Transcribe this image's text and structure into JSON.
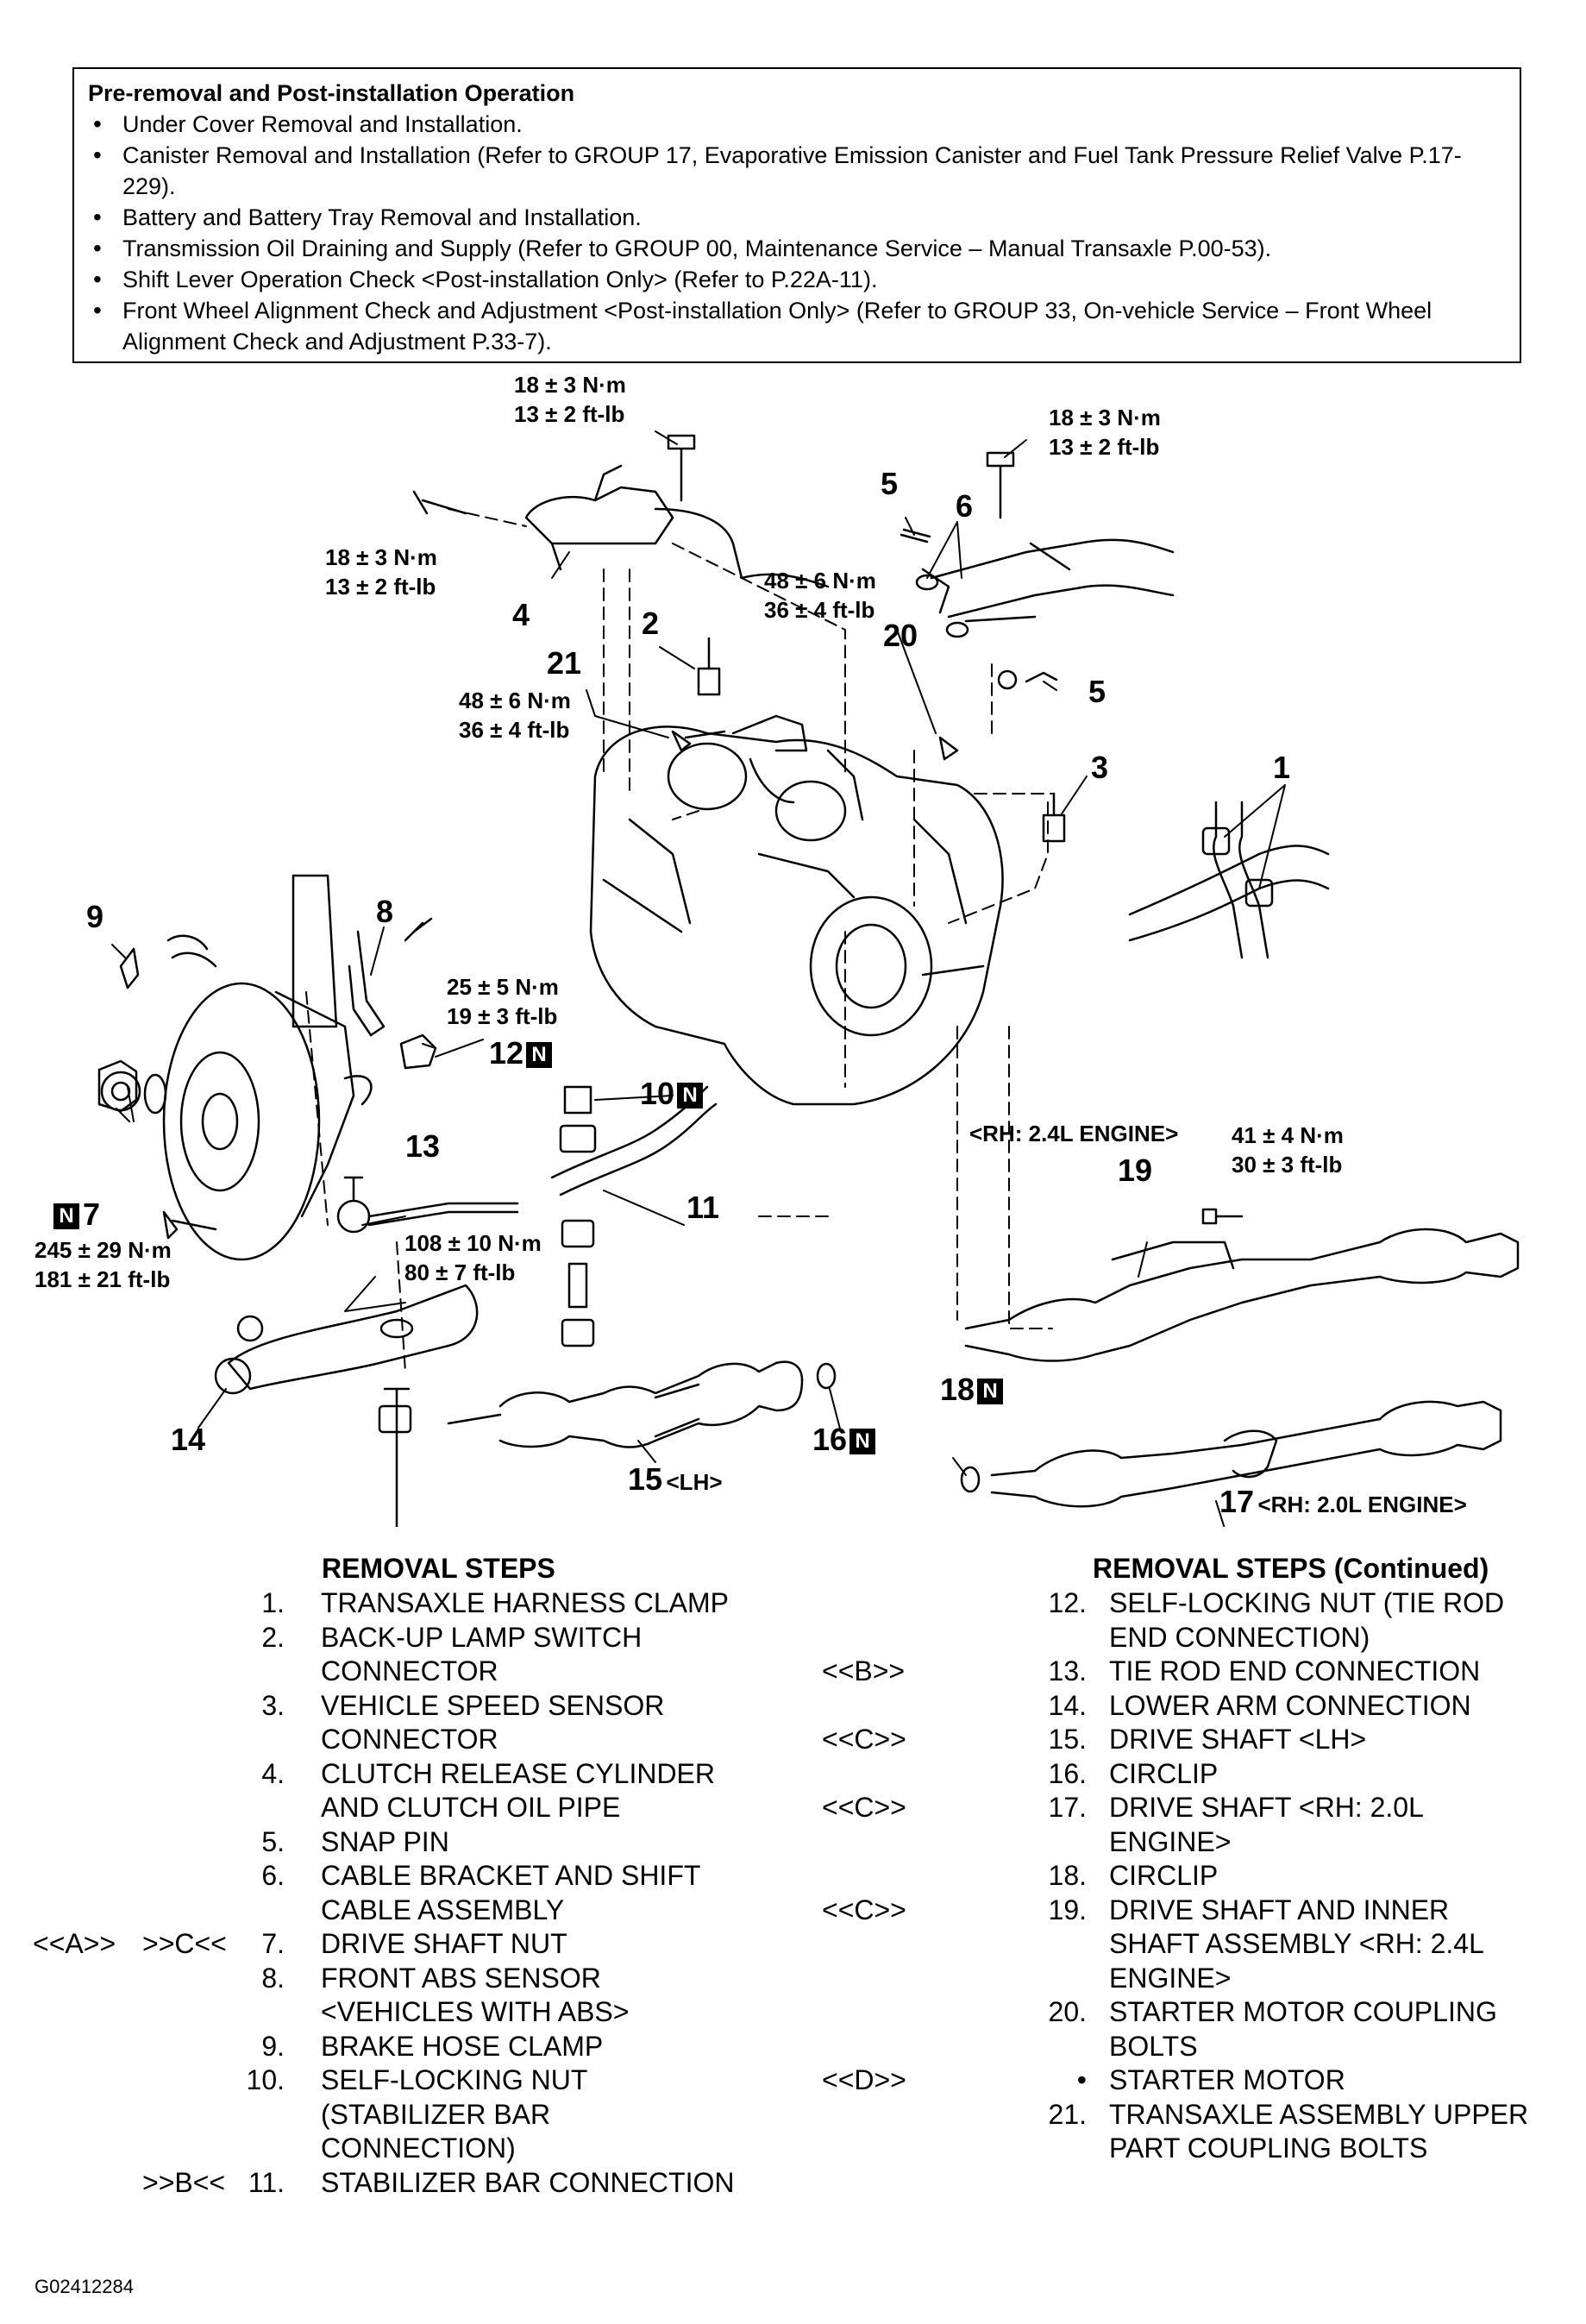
{
  "pre_removal": {
    "title": "Pre-removal and Post-installation Operation",
    "items": [
      "Under Cover Removal and Installation.",
      "Canister Removal and Installation (Refer to GROUP 17, Evaporative Emission Canister and Fuel Tank Pressure Relief Valve P.17-229).",
      "Battery and Battery Tray Removal and Installation.",
      "Transmission Oil Draining and Supply (Refer to GROUP 00, Maintenance Service – Manual Transaxle P.00-53).",
      "Shift Lever Operation Check <Post-installation Only> (Refer to P.22A-11).",
      "Front Wheel Alignment Check and Adjustment <Post-installation Only> (Refer to GROUP 33, On-vehicle Service – Front Wheel Alignment Check and Adjustment P.33-7)."
    ]
  },
  "torques": {
    "t_top_nm": "18 ± 3 N·m",
    "t_top_ftlb": "13 ± 2 ft-lb",
    "t_topright_nm": "18 ± 3 N·m",
    "t_topright_ftlb": "13 ± 2 ft-lb",
    "t_4_nm": "18 ± 3 N·m",
    "t_4_ftlb": "13 ± 2 ft-lb",
    "t_20_nm": "48 ± 6 N·m",
    "t_20_ftlb": "36 ± 4 ft-lb",
    "t_21_nm": "48 ± 6 N·m",
    "t_21_ftlb": "36 ± 4 ft-lb",
    "t_12_nm": "25 ± 5 N·m",
    "t_12_ftlb": "19 ± 3 ft-lb",
    "t_13_nm": "108 ± 10 N·m",
    "t_13_ftlb": "80 ± 7 ft-lb",
    "t_7_nm": "245 ± 29 N·m",
    "t_7_ftlb": "181 ± 21 ft-lb",
    "t_19_nm": "41 ± 4 N·m",
    "t_19_ftlb": "30 ± 3 ft-lb"
  },
  "callouts": {
    "c1": "1",
    "c2": "2",
    "c3": "3",
    "c4": "4",
    "c5a": "5",
    "c5b": "5",
    "c6": "6",
    "c7": "7",
    "c8": "8",
    "c9": "9",
    "c10": "10",
    "c11": "11",
    "c12": "12",
    "c13": "13",
    "c14": "14",
    "c15": "15",
    "c16": "16",
    "c17": "17",
    "c18": "18",
    "c19": "19",
    "c20": "20",
    "c21": "21",
    "n_mark": "N",
    "lh": "<LH>",
    "rh24": "<RH: 2.4L ENGINE>",
    "rh20": "<RH: 2.0L ENGINE>"
  },
  "removal_steps": {
    "heading_left": "REMOVAL STEPS",
    "heading_right": "REMOVAL STEPS (Continued)",
    "left": [
      {
        "ref1": "",
        "ref2": "",
        "num": "1.",
        "text": "TRANSAXLE HARNESS CLAMP"
      },
      {
        "ref1": "",
        "ref2": "",
        "num": "2.",
        "text": "BACK-UP LAMP SWITCH"
      },
      {
        "ref1": "",
        "ref2": "",
        "num": "",
        "text": "CONNECTOR"
      },
      {
        "ref1": "",
        "ref2": "",
        "num": "3.",
        "text": "VEHICLE SPEED SENSOR"
      },
      {
        "ref1": "",
        "ref2": "",
        "num": "",
        "text": "CONNECTOR"
      },
      {
        "ref1": "",
        "ref2": "",
        "num": "4.",
        "text": "CLUTCH RELEASE CYLINDER"
      },
      {
        "ref1": "",
        "ref2": "",
        "num": "",
        "text": "AND CLUTCH OIL PIPE"
      },
      {
        "ref1": "",
        "ref2": "",
        "num": "5.",
        "text": "SNAP PIN"
      },
      {
        "ref1": "",
        "ref2": "",
        "num": "6.",
        "text": "CABLE BRACKET AND SHIFT"
      },
      {
        "ref1": "",
        "ref2": "",
        "num": "",
        "text": "CABLE ASSEMBLY"
      },
      {
        "ref1": "<<A>>",
        "ref2": ">>C<<",
        "num": "7.",
        "text": "DRIVE SHAFT NUT"
      },
      {
        "ref1": "",
        "ref2": "",
        "num": "8.",
        "text": "FRONT ABS SENSOR"
      },
      {
        "ref1": "",
        "ref2": "",
        "num": "",
        "text": "<VEHICLES WITH ABS>"
      },
      {
        "ref1": "",
        "ref2": "",
        "num": "9.",
        "text": "BRAKE HOSE CLAMP"
      },
      {
        "ref1": "",
        "ref2": "",
        "num": "10.",
        "text": "SELF-LOCKING NUT"
      },
      {
        "ref1": "",
        "ref2": "",
        "num": "",
        "text": "(STABILIZER BAR"
      },
      {
        "ref1": "",
        "ref2": "",
        "num": "",
        "text": "CONNECTION)"
      },
      {
        "ref1": "",
        "ref2": ">>B<<",
        "num": "11.",
        "text": "STABILIZER BAR CONNECTION"
      }
    ],
    "right": [
      {
        "ref": "",
        "num": "12.",
        "text": "SELF-LOCKING NUT (TIE ROD"
      },
      {
        "ref": "",
        "num": "",
        "text": "END CONNECTION)"
      },
      {
        "ref": "<<B>>",
        "num": "13.",
        "text": "TIE ROD END CONNECTION"
      },
      {
        "ref": "",
        "num": "14.",
        "text": "LOWER ARM CONNECTION"
      },
      {
        "ref": "<<C>>",
        "num": "15.",
        "text": "DRIVE SHAFT <LH>"
      },
      {
        "ref": "",
        "num": "16.",
        "text": "CIRCLIP"
      },
      {
        "ref": "<<C>>",
        "num": "17.",
        "text": " DRIVE SHAFT <RH: 2.0L"
      },
      {
        "ref": "",
        "num": "",
        "text": "ENGINE>"
      },
      {
        "ref": "",
        "num": "18.",
        "text": "CIRCLIP"
      },
      {
        "ref": "<<C>>",
        "num": "19.",
        "text": "DRIVE SHAFT AND INNER"
      },
      {
        "ref": "",
        "num": "",
        "text": "SHAFT ASSEMBLY <RH: 2.4L"
      },
      {
        "ref": "",
        "num": "",
        "text": "ENGINE>"
      },
      {
        "ref": "",
        "num": "20.",
        "text": "STARTER MOTOR COUPLING"
      },
      {
        "ref": "",
        "num": "",
        "text": "BOLTS"
      },
      {
        "ref": "<<D>>",
        "num": "•",
        "text": "STARTER MOTOR"
      },
      {
        "ref": "",
        "num": "21.",
        "text": "TRANSAXLE ASSEMBLY UPPER"
      },
      {
        "ref": "",
        "num": "",
        "text": "PART COUPLING BOLTS"
      }
    ]
  },
  "figure_code": "G02412284"
}
